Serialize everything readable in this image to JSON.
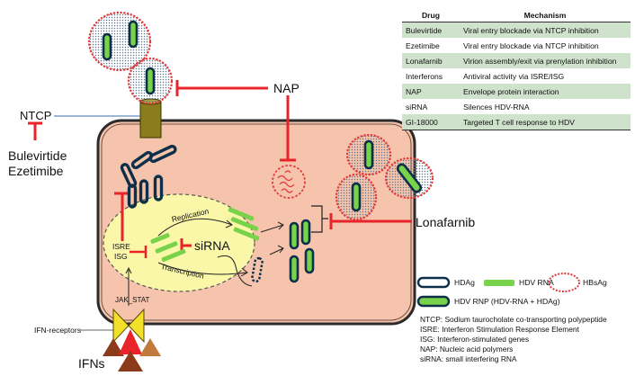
{
  "table": {
    "header": {
      "drug": "Drug",
      "mechanism": "Mechanism"
    },
    "rows": [
      {
        "drug": "Bulevirtide",
        "mechanism": "Viral entry blockade via NTCP inhibition"
      },
      {
        "drug": "Ezetimibe",
        "mechanism": "Viral entry blockade via NTCP inhibition"
      },
      {
        "drug": "Lonafarnib",
        "mechanism": "Virion assembly/exit via prenylation inhibition"
      },
      {
        "drug": "Interferons",
        "mechanism": "Antiviral activity via ISRE/ISG"
      },
      {
        "drug": "NAP",
        "mechanism": "Envelope protein interaction"
      },
      {
        "drug": "siRNA",
        "mechanism": "Silences HDV-RNA"
      },
      {
        "drug": "GI-18000",
        "mechanism": "Targeted T cell response to HDV"
      }
    ]
  },
  "labels": {
    "ntcp": "NTCP",
    "bulevirtide": "Bulevirtide",
    "ezetimibe": "Ezetimibe",
    "nap": "NAP",
    "lonafarnib": "Lonafarnib",
    "sirna": "siRNA",
    "isre": "ISRE",
    "isg": "ISG",
    "replication": "Replication",
    "transcription": "Transcription",
    "jak_stat": "JAK_STAT",
    "ifn_receptors": "IFN-receptors",
    "ifns": "IFNs"
  },
  "legend": {
    "hdag": "HDAg",
    "hdv_rna": "HDV RNA",
    "hbsag": "HBsAg",
    "hdv_rnp": "HDV RNP (HDV-RNA + HDAg)"
  },
  "abbreviations": [
    "NTCP: Sodium taurocholate co-transporting polypeptide",
    "ISRE: Interferon Stimulation Response Element",
    "ISG: Interferon-stimulated genes",
    "NAP: Nucleic acid polymers",
    "siRNA: small interfering RNA"
  ],
  "colors": {
    "cell_fill": "#f6c4ac",
    "cell_border": "#2b2b2b",
    "nucleus_fill": "#fbf7a8",
    "hdag_outline": "#0d2f4a",
    "hdv_rna": "#78d24a",
    "hbsag": "#e23838",
    "inhibitor": "#e8242a",
    "ntcp": "#8a7d1e",
    "receptor": "#f3e02a",
    "ifn_dark": "#8b3a1a",
    "ifn_red": "#e8242a",
    "ifn_tan": "#c27a3c",
    "table_shade": "#cfe3cc"
  }
}
